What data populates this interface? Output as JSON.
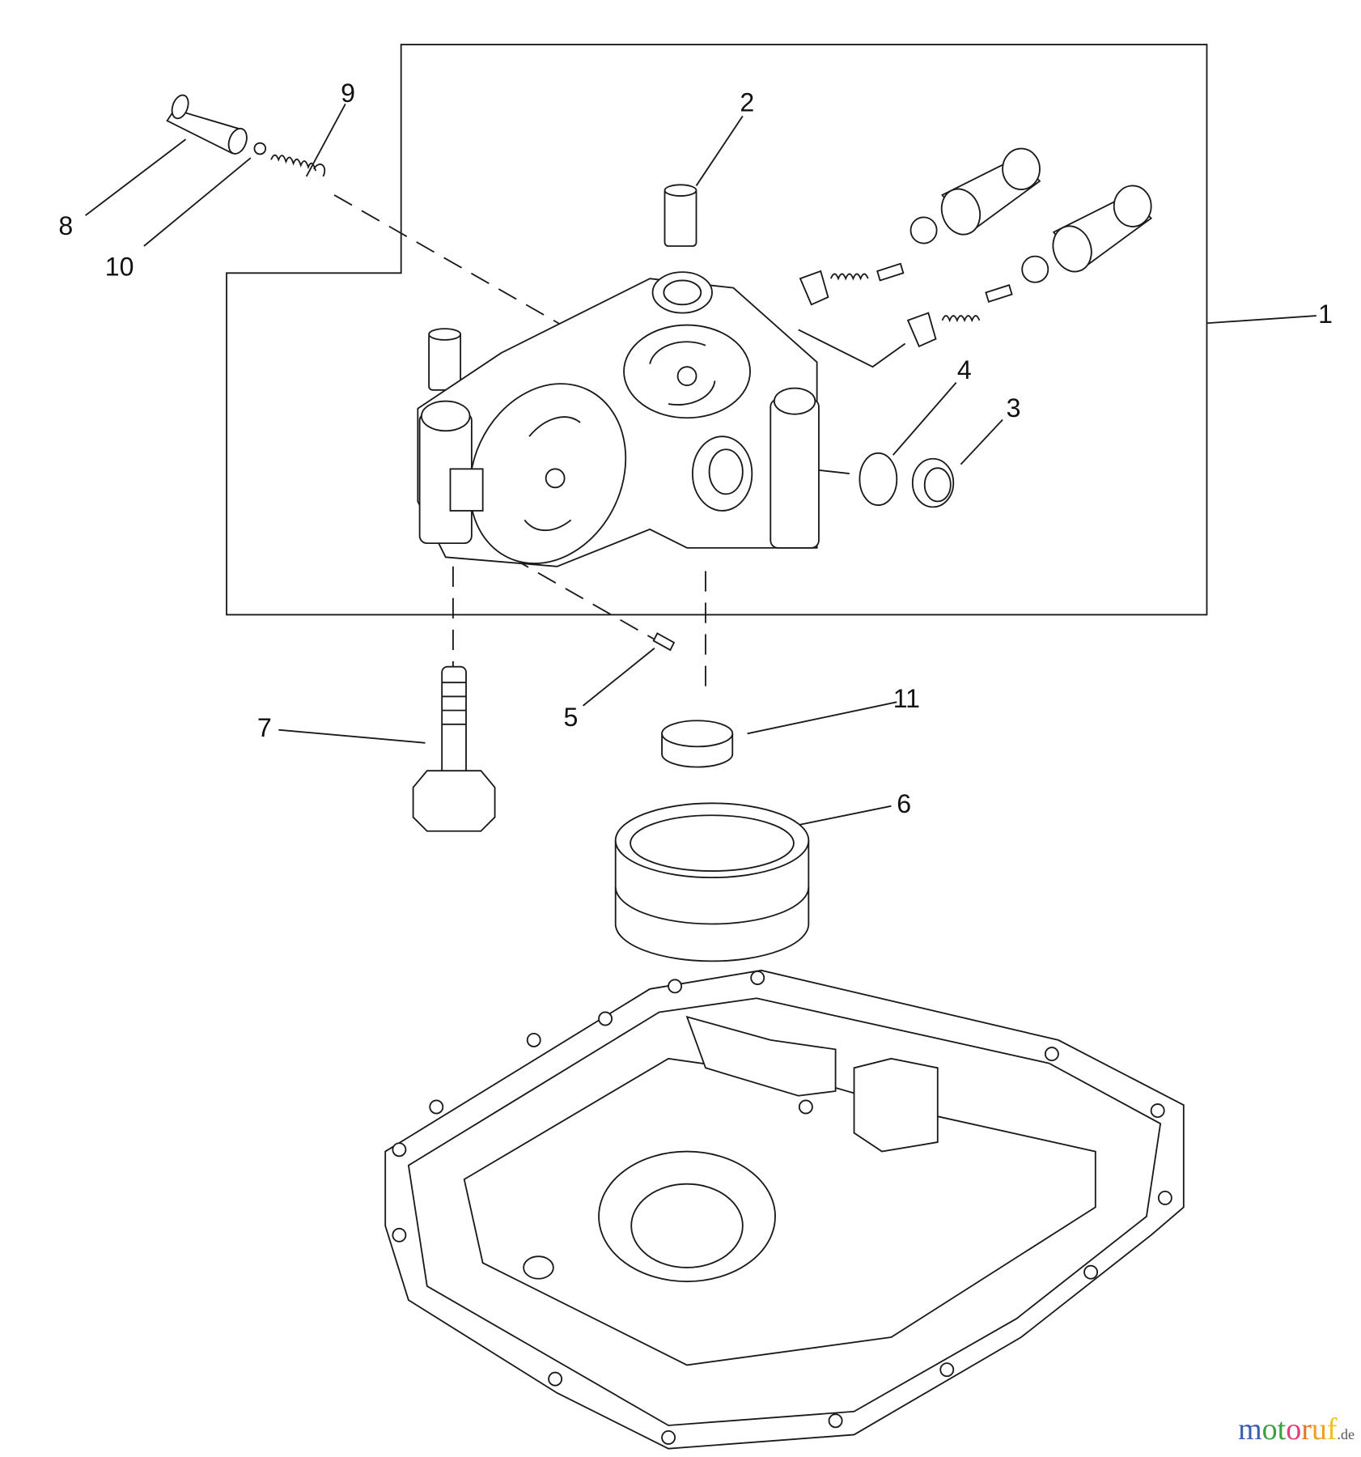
{
  "callouts": [
    {
      "id": "1",
      "text": "1"
    },
    {
      "id": "2",
      "text": "2"
    },
    {
      "id": "3",
      "text": "3"
    },
    {
      "id": "4",
      "text": "4"
    },
    {
      "id": "5",
      "text": "5"
    },
    {
      "id": "6",
      "text": "6"
    },
    {
      "id": "7",
      "text": "7"
    },
    {
      "id": "8",
      "text": "8"
    },
    {
      "id": "9",
      "text": "9"
    },
    {
      "id": "10",
      "text": "10"
    },
    {
      "id": "11",
      "text": "11"
    }
  ],
  "watermark": {
    "brand": "motoruf",
    "tld": ".de",
    "colors": [
      "#3a5fb0",
      "#3aa040",
      "#3aa040",
      "#e0407a",
      "#e07a20",
      "#f0a020",
      "#f0c020"
    ]
  }
}
